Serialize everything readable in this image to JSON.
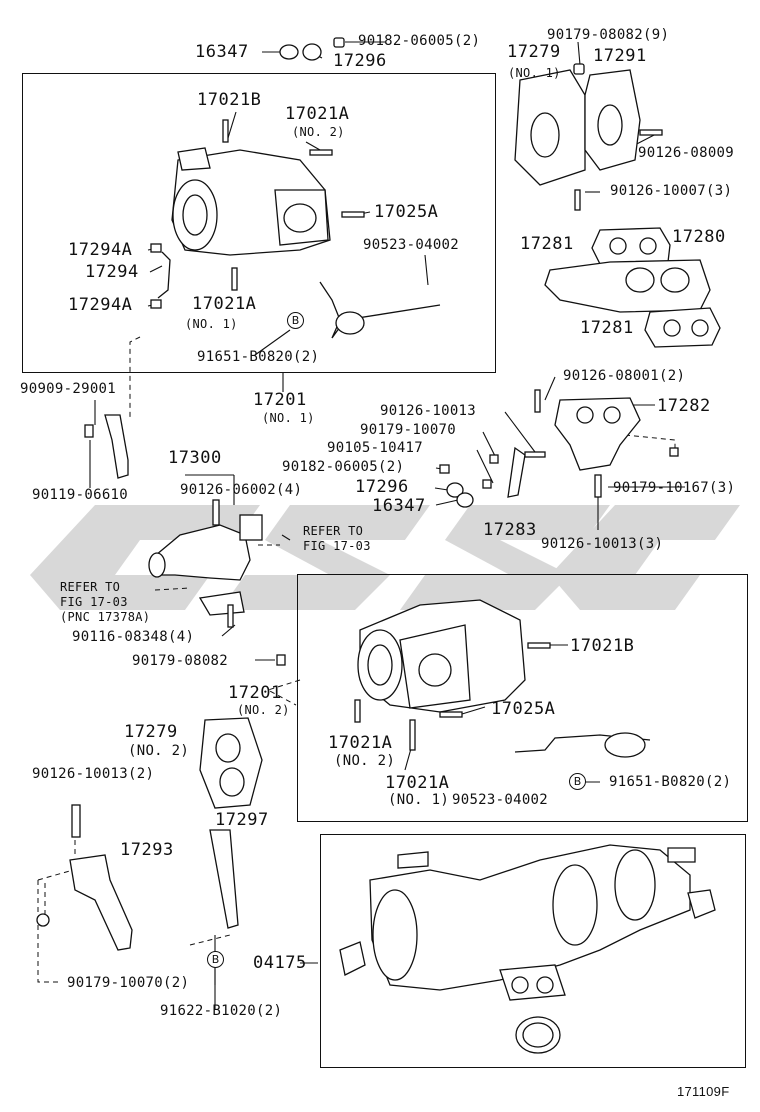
{
  "figure_code": "171109F",
  "watermark_text": "CSSC",
  "callout_letter": "B",
  "labels": {
    "p16347_top": "16347",
    "p17296_top": "17296",
    "p90182_top": "90182-06005(2)",
    "p90179_08082_9": "90179-08082(9)",
    "p17279_top": "17279",
    "p17279_top_no": "(NO. 1)",
    "p17291": "17291",
    "p17021B_top": "17021B",
    "p17021A_top": "17021A",
    "p17021A_top_no": "(NO. 2)",
    "p90126_08009": "90126-08009",
    "p90126_10007": "90126-10007(3)",
    "p17025A_top": "17025A",
    "p90523_top": "90523-04002",
    "p17294A_a": "17294A",
    "p17294": "17294",
    "p17294A_b": "17294A",
    "p17021A_mid": "17021A",
    "p17021A_mid_no": "(NO. 1)",
    "p91651_top": "91651-B0820(2)",
    "p17281_a": "17281",
    "p17280": "17280",
    "p17281_b": "17281",
    "p90909": "90909-29001",
    "p17201_top": "17201",
    "p17201_top_no": "(NO. 1)",
    "p90126_08001": "90126-08001(2)",
    "p90126_10013_mid": "90126-10013",
    "p17282": "17282",
    "p90179_10070_mid": "90179-10070",
    "p90105_10417": "90105-10417",
    "p17300": "17300",
    "p90182_mid": "90182-06005(2)",
    "p17296_mid": "17296",
    "p16347_mid": "16347",
    "p90179_10167": "90179-10167(3)",
    "p90119_06610": "90119-06610",
    "p90126_06002": "90126-06002(4)",
    "p17283": "17283",
    "p90126_10013_3": "90126-10013(3)",
    "p_refer1_a": "REFER TO",
    "p_refer1_b": "FIG 17-03",
    "p_refer2_a": "REFER TO",
    "p_refer2_b": "FIG 17-03",
    "p_refer2_c": "(PNC 17378A)",
    "p90116": "90116-08348(4)",
    "p90179_08082": "90179-08082",
    "p17021B_low": "17021B",
    "p17201_low": "17201",
    "p17201_low_no": "(NO. 2)",
    "p17279_low": "17279",
    "p17279_low_no": "(NO. 2)",
    "p17025A_low": "17025A",
    "p17021A_low1": "17021A",
    "p17021A_low1_no": "(NO. 2)",
    "p90126_10013_2": "90126-10013(2)",
    "p17021A_low2": "17021A",
    "p17021A_low2_no": "(NO. 1)",
    "p90523_low": "90523-04002",
    "p91651_low": "91651-B0820(2)",
    "p17297": "17297",
    "p17293": "17293",
    "p04175": "04175",
    "p90179_10070_low": "90179-10070(2)",
    "p91622": "91622-B1020(2)"
  }
}
